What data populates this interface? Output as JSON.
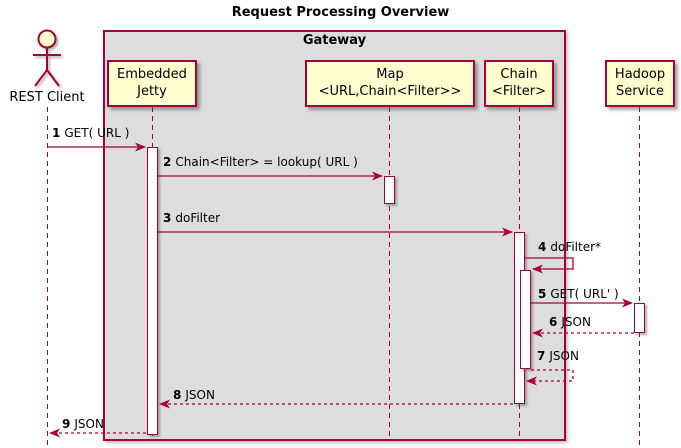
{
  "title": "Request Processing Overview",
  "frame": {
    "label": "Gateway"
  },
  "actor": {
    "label": "REST Client"
  },
  "participants": [
    {
      "id": "embedded-jetty",
      "lines": [
        "Embedded",
        "Jetty"
      ]
    },
    {
      "id": "map",
      "lines": [
        "Map",
        "<URL,Chain<Filter>>"
      ]
    },
    {
      "id": "chain",
      "lines": [
        "Chain",
        "<Filter>"
      ]
    },
    {
      "id": "hadoop-service",
      "lines": [
        "Hadoop",
        "Service"
      ]
    }
  ],
  "messages": [
    {
      "num": "1",
      "text": "GET( URL )",
      "kind": "sync",
      "from": "REST Client",
      "to": "Embedded Jetty"
    },
    {
      "num": "2",
      "text": "Chain<Filter> = lookup( URL )",
      "kind": "sync",
      "from": "Embedded Jetty",
      "to": "Map"
    },
    {
      "num": "3",
      "text": "doFilter",
      "kind": "sync",
      "from": "Embedded Jetty",
      "to": "Chain"
    },
    {
      "num": "4",
      "text": "doFilter*",
      "kind": "self",
      "from": "Chain",
      "to": "Chain"
    },
    {
      "num": "5",
      "text": "GET( URL' )",
      "kind": "sync",
      "from": "Chain",
      "to": "Hadoop Service"
    },
    {
      "num": "6",
      "text": "JSON",
      "kind": "return",
      "from": "Hadoop Service",
      "to": "Chain"
    },
    {
      "num": "7",
      "text": "JSON",
      "kind": "self-return",
      "from": "Chain",
      "to": "Chain"
    },
    {
      "num": "8",
      "text": "JSON",
      "kind": "return",
      "from": "Chain",
      "to": "Embedded Jetty"
    },
    {
      "num": "9",
      "text": "JSON",
      "kind": "return",
      "from": "Embedded Jetty",
      "to": "REST Client"
    }
  ],
  "colors": {
    "accent": "#A80036",
    "participant_fill": "#FEFECE",
    "frame_fill": "#DDDDDD",
    "activation_fill": "#FFFFFF",
    "text": "#000000"
  }
}
